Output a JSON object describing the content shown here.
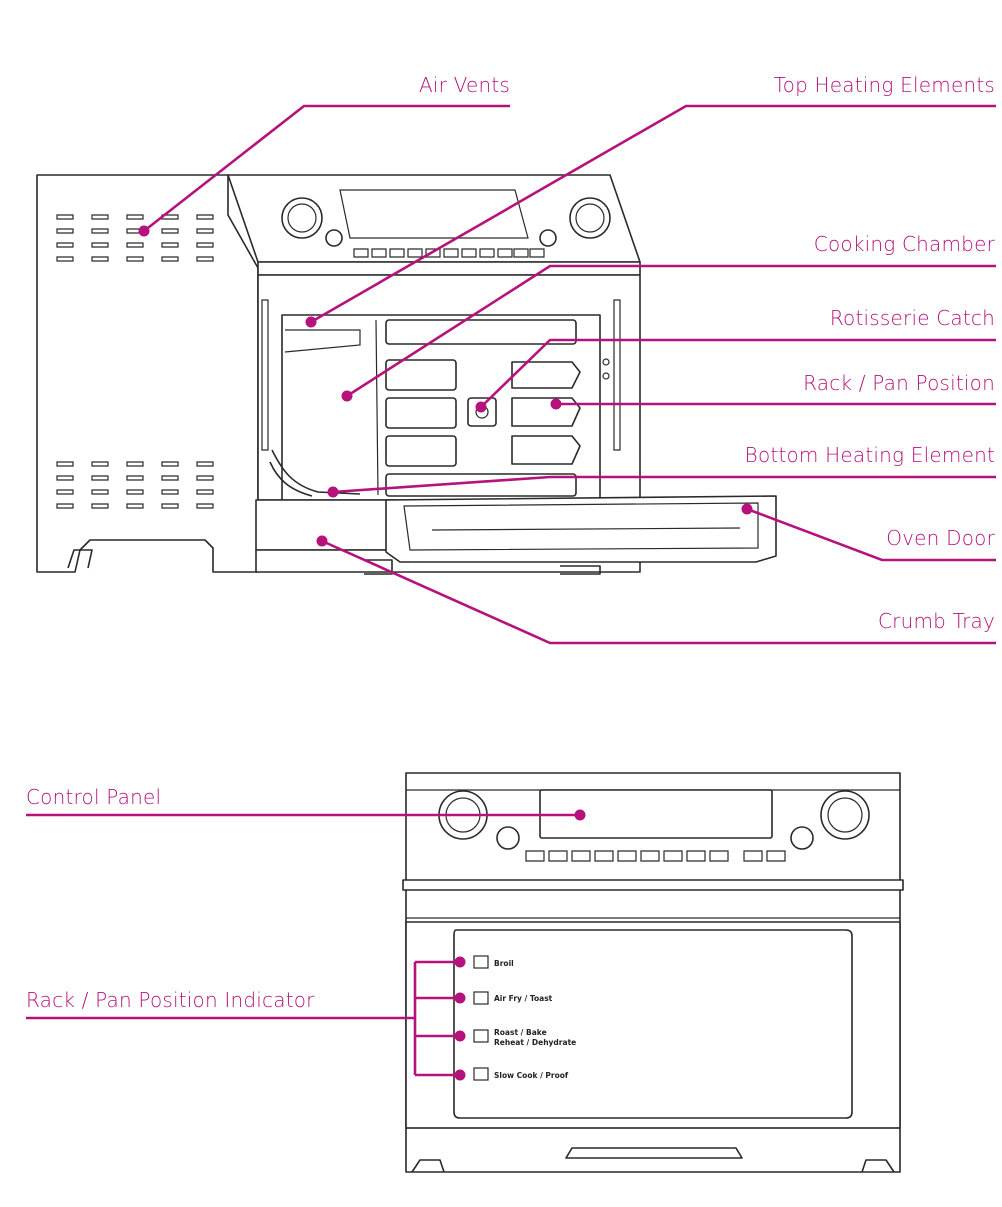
{
  "accent_color": "#b5127c",
  "outline_color": "#2a2a2a",
  "labels": {
    "air_vents": "Air Vents",
    "top_heating_elements": "Top Heating Elements",
    "cooking_chamber": "Cooking Chamber",
    "rotisserie_catch": "Rotisserie Catch",
    "rack_pan_position": "Rack / Pan Position",
    "bottom_heating_element": "Bottom Heating Element",
    "oven_door": "Oven Door",
    "crumb_tray": "Crumb Tray",
    "control_panel": "Control Panel",
    "rack_pan_position_indicator": "Rack / Pan Position Indicator"
  },
  "door_indicator": {
    "items": [
      "Broil",
      "Air Fry / Toast",
      "Roast / Bake",
      "Reheat / Dehydrate",
      "Slow Cook / Proof"
    ]
  }
}
